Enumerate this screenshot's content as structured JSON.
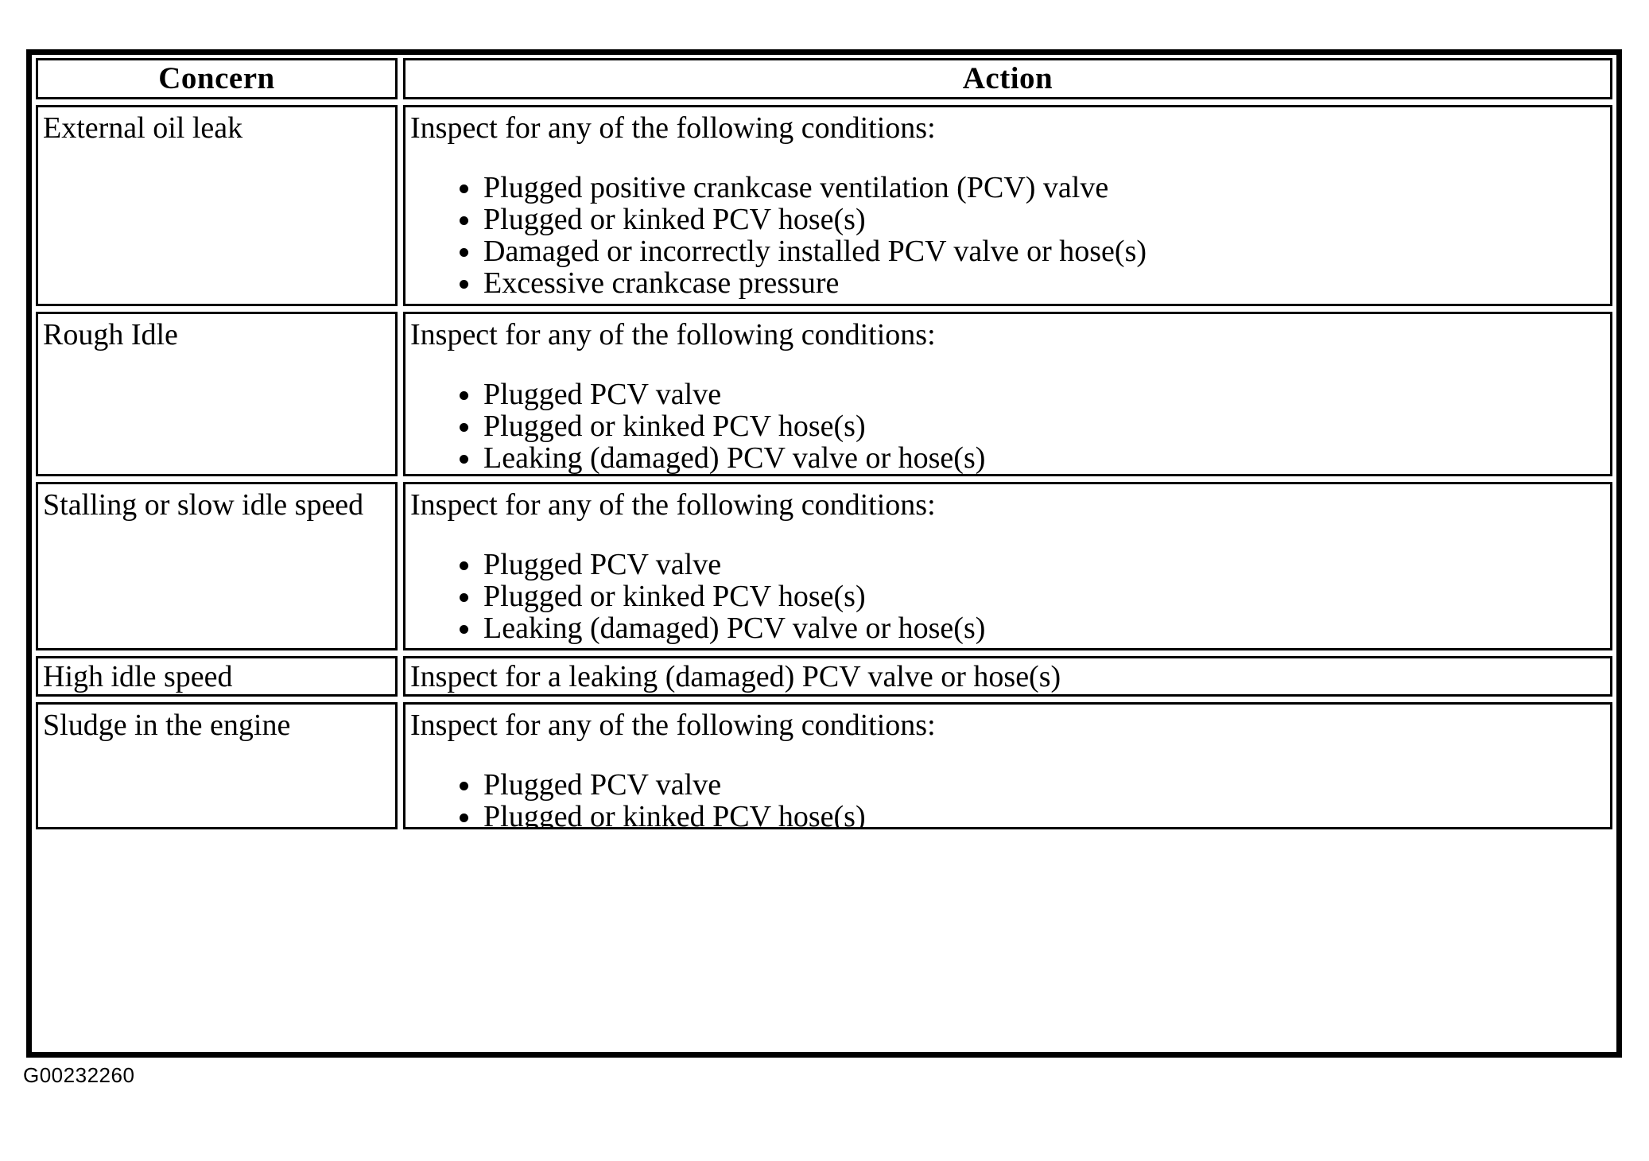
{
  "figure": {
    "code": "G00232260"
  },
  "table": {
    "headers": {
      "concern": "Concern",
      "action": "Action"
    },
    "rows": [
      {
        "concern": "External oil leak",
        "lead": "Inspect for any of the following conditions:",
        "bullets": [
          "Plugged positive crankcase ventilation (PCV) valve",
          "Plugged or kinked PCV hose(s)",
          "Damaged or incorrectly installed PCV valve or hose(s)",
          "Excessive crankcase pressure"
        ]
      },
      {
        "concern": "Rough Idle",
        "lead": "Inspect for any of the following conditions:",
        "bullets": [
          "Plugged PCV valve",
          "Plugged or kinked PCV hose(s)",
          "Leaking (damaged) PCV valve or hose(s)"
        ]
      },
      {
        "concern": "Stalling or slow idle speed",
        "lead": "Inspect for any of the following conditions:",
        "bullets": [
          "Plugged PCV valve",
          "Plugged or kinked PCV hose(s)",
          "Leaking (damaged) PCV valve or hose(s)"
        ]
      },
      {
        "concern": "High idle speed",
        "lead": "Inspect for a leaking (damaged) PCV valve or hose(s)",
        "bullets": []
      },
      {
        "concern": "Sludge in the engine",
        "lead": "Inspect for any of the following conditions:",
        "bullets": [
          "Plugged PCV valve",
          "Plugged or kinked PCV hose(s)"
        ]
      }
    ]
  }
}
